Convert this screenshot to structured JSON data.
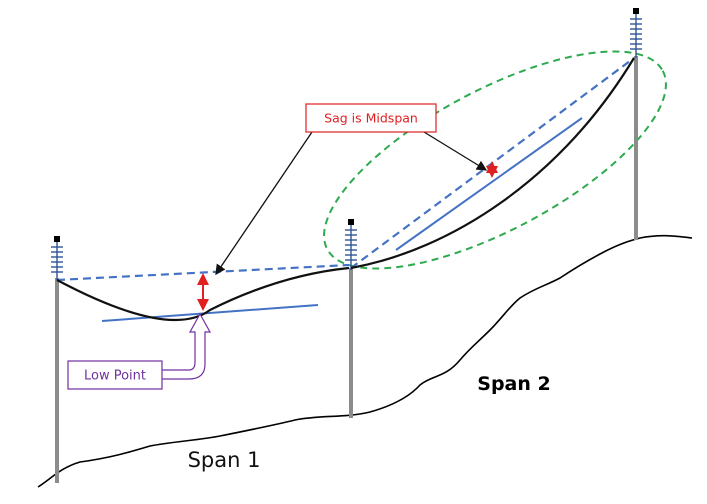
{
  "labels": {
    "sag_callout": "Sag is Midspan",
    "low_point": "Low Point",
    "span1": "Span 1",
    "span2": "Span 2"
  },
  "colors": {
    "conductor": "#111111",
    "chord": "#4472c4",
    "tangent": "#4472c4",
    "sag_arrow": "#e02020",
    "ellipse": "#2eaa4f",
    "callout_border": "#e02020",
    "callout_text": "#e02020",
    "low_point_border": "#7030a0",
    "low_point_text": "#7030a0",
    "pole": "#8c8c8c",
    "insulator": "#2f5597",
    "ground": "#000000"
  }
}
